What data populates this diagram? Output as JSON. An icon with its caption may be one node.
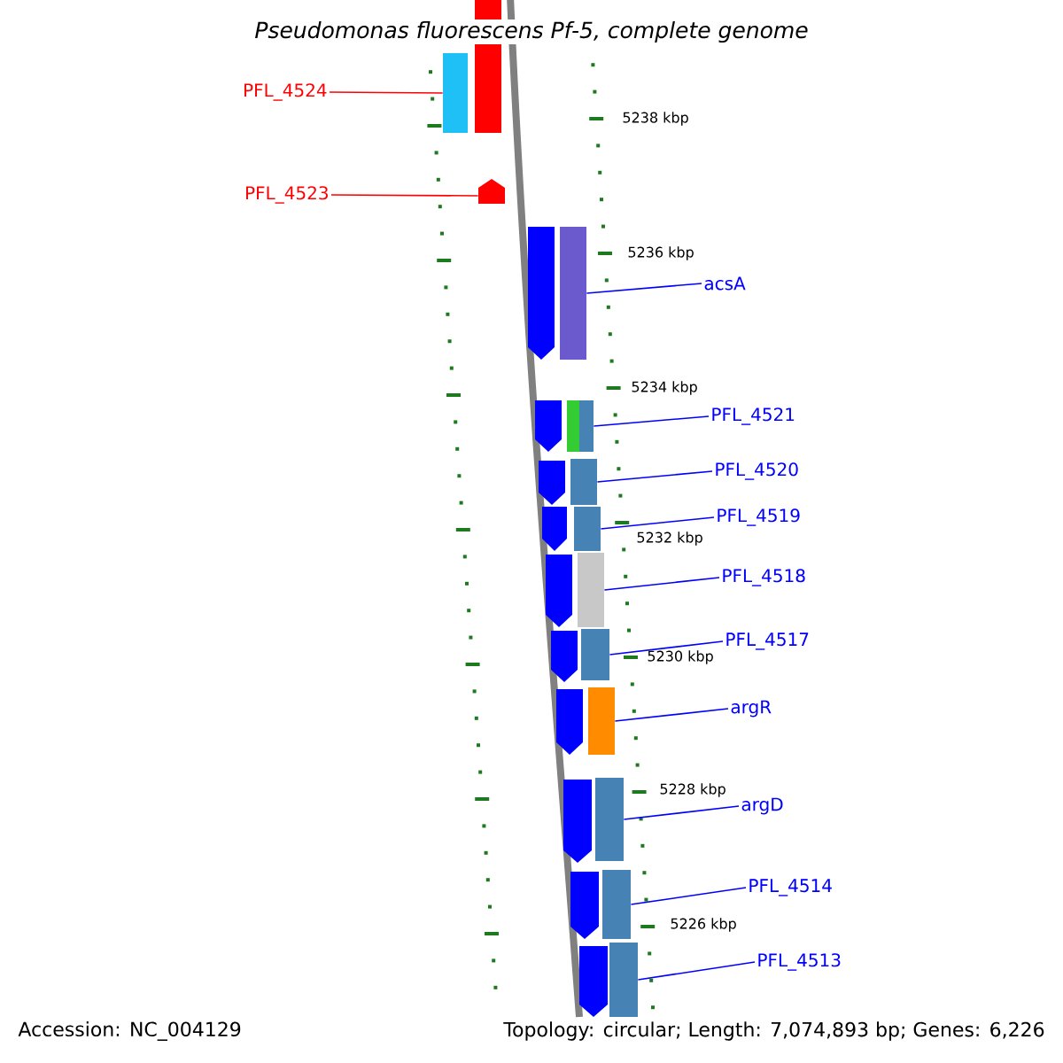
{
  "diagram": {
    "title": "Pseudomonas fluorescens Pf-5, complete genome",
    "nodes": [
      {
        "text": [
          "PFL_4524"
        ]
      },
      {
        "text": [
          "PFL_4523"
        ]
      },
      {
        "text": [
          "acsA"
        ]
      },
      {
        "text": [
          "PFL_4521"
        ]
      },
      {
        "text": [
          "PFL_4520"
        ]
      },
      {
        "text": [
          "PFL_4519"
        ]
      },
      {
        "text": [
          "PFL_4518"
        ]
      },
      {
        "text": [
          "PFL_4517"
        ]
      },
      {
        "text": [
          "argR"
        ]
      },
      {
        "text": [
          "argD"
        ]
      },
      {
        "text": [
          "PFL_4514"
        ]
      },
      {
        "text": [
          "PFL_4513"
        ]
      },
      {
        "text": [],
        "shape": "bar"
      },
      {
        "text": [],
        "shape": "bar"
      },
      {
        "text": [],
        "shape": "bar"
      },
      {
        "text": [],
        "shape": "bar"
      },
      {
        "text": [],
        "shape": "bar"
      },
      {
        "text": [],
        "shape": "bar"
      },
      {
        "text": [],
        "shape": "bar"
      },
      {
        "text": [],
        "shape": "bar"
      },
      {
        "text": [],
        "shape": "bar"
      },
      {
        "text": [],
        "shape": "bar"
      },
      {
        "text": [],
        "shape": "bar"
      },
      {
        "text": [],
        "shape": "bar"
      },
      {
        "text": [],
        "shape": "arrow"
      },
      {
        "text": [],
        "shape": "arrow"
      },
      {
        "text": [],
        "shape": "arrow"
      },
      {
        "text": [],
        "shape": "arrow"
      },
      {
        "text": [],
        "shape": "arrow"
      },
      {
        "text": [],
        "shape": "arrow"
      },
      {
        "text": [],
        "shape": "arrow"
      },
      {
        "text": [],
        "shape": "arrow"
      },
      {
        "text": [],
        "shape": "arrow"
      },
      {
        "text": [],
        "shape": "arrow"
      }
    ],
    "edges": [
      {
        "from": 0,
        "to": 12,
        "arrow": "none",
        "color": "#ff0000"
      },
      {
        "from": 1,
        "to": 13,
        "arrow": "none",
        "color": "#ff0000"
      },
      {
        "from": 2,
        "to": 14,
        "arrow": "none"
      },
      {
        "from": 3,
        "to": 15,
        "arrow": "none"
      },
      {
        "from": 4,
        "to": 16,
        "arrow": "none"
      },
      {
        "from": 5,
        "to": 17,
        "arrow": "none"
      },
      {
        "from": 6,
        "to": 18,
        "arrow": "none"
      },
      {
        "from": 7,
        "to": 19,
        "arrow": "none"
      },
      {
        "from": 8,
        "to": 20,
        "arrow": "none"
      },
      {
        "from": 9,
        "to": 21,
        "arrow": "none"
      },
      {
        "from": 10,
        "to": 22,
        "arrow": "none"
      },
      {
        "from": 11,
        "to": 23,
        "arrow": "none"
      }
    ],
    "labels": [
      "5238 kbp",
      "5236 kbp",
      "5234 kbp",
      "5232 kbp",
      "5230 kbp",
      "5228 kbp",
      "5226 kbp",
      "Accession: NC_004129",
      "Topology: circular; Length: 7,074,893 bp; Genes: 6,226"
    ]
  }
}
